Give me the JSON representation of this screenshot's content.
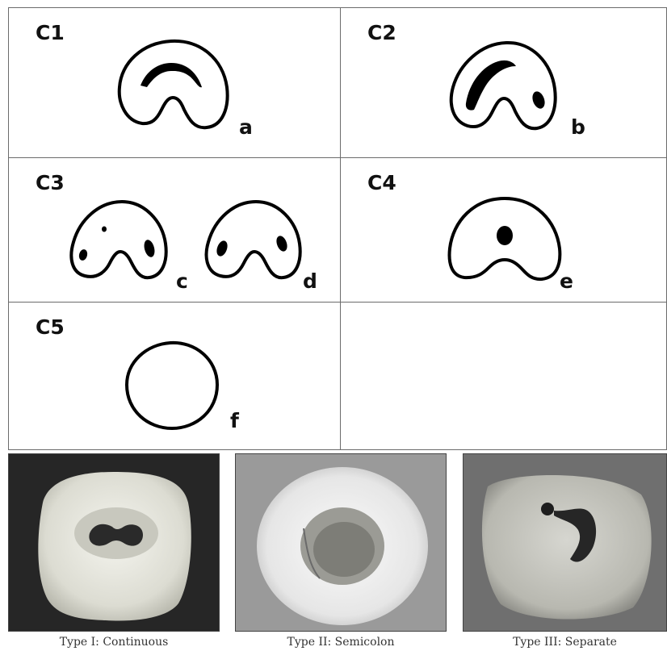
{
  "cells": [
    {
      "label": "C1",
      "letters": [
        "a"
      ]
    },
    {
      "label": "C2",
      "letters": [
        "b"
      ]
    },
    {
      "label": "C3",
      "letters": [
        "c",
        "d"
      ]
    },
    {
      "label": "C4",
      "letters": [
        "e"
      ]
    },
    {
      "label": "C5",
      "letters": [
        "f"
      ]
    }
  ],
  "photos": [
    {
      "caption": "Type I: Continuous"
    },
    {
      "caption": "Type II: Semicolon"
    },
    {
      "caption": "Type III: Separate"
    }
  ]
}
